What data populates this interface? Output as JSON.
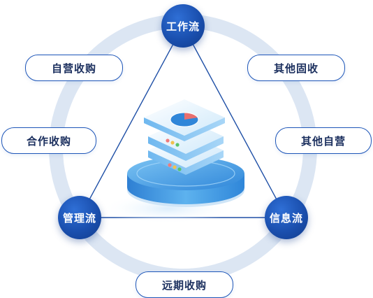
{
  "nodes": {
    "top": "工作流",
    "left": "管理流",
    "right": "信息流"
  },
  "pills": {
    "self_acquisition": "自营收购",
    "other_fixed_acquisition": "其他固收",
    "cooperation_acquisition": "合作收购",
    "other_self_operation": "其他自营",
    "forward_acquisition": "远期收购"
  },
  "colors": {
    "ring": "#dce6f3",
    "triangle": "#1e4fa6",
    "node": "#1a4fae",
    "pill_border": "#1e56b8",
    "pill_text": "#1b2f5e",
    "accent_platform": "#2f8ee0"
  }
}
